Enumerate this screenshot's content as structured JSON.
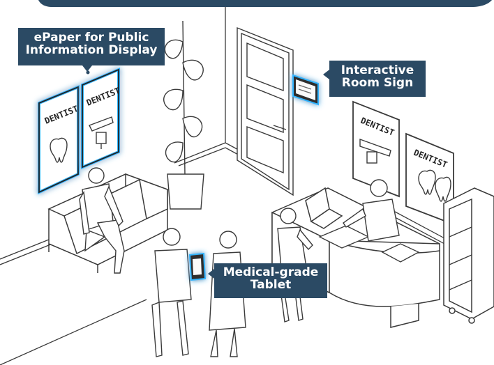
{
  "colors": {
    "navy": "#2b4a64",
    "line": "#3a3a3a",
    "glow": "#33b4ff",
    "floor": "#f4f4f4"
  },
  "callouts": {
    "epaper": "ePaper for Public\nInformation Display",
    "room_sign": "Interactive\nRoom Sign",
    "tablet": "Medical-grade\nTablet"
  },
  "posters": {
    "label": "DENTIST"
  },
  "icons": [
    "tooth-icon",
    "dental-chair-icon",
    "laptop-icon",
    "tablet-icon",
    "room-sign-icon"
  ]
}
